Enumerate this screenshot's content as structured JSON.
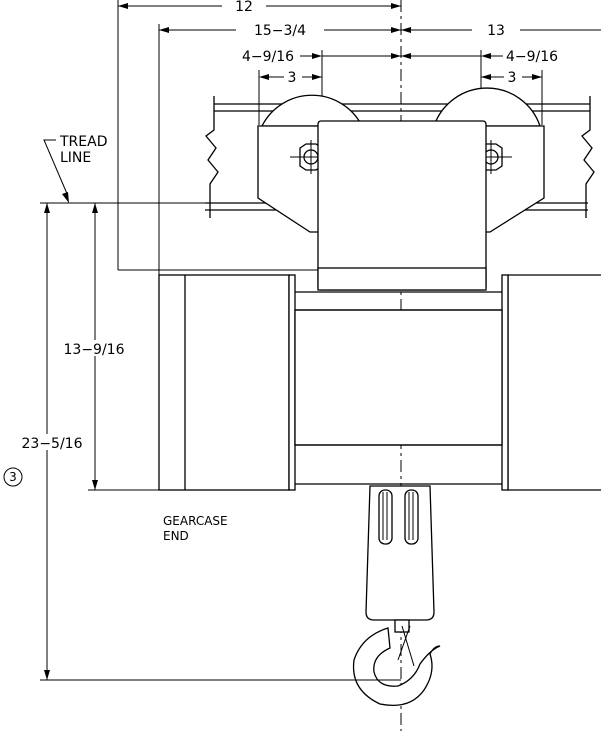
{
  "dimensions": {
    "d12": "12",
    "d15_3_4": "15−3/4",
    "d13": "13",
    "d4_9_16_left": "4−9/16",
    "d4_9_16_right": "4−9/16",
    "d3_left": "3",
    "d3_right": "3",
    "d13_9_16": "13−9/16",
    "d23_5_16": "23−5/16"
  },
  "labels": {
    "tread_line_1": "TREAD",
    "tread_line_2": "LINE",
    "gearcase_1": "GEARCASE",
    "gearcase_2": "END",
    "note_marker": "3"
  }
}
